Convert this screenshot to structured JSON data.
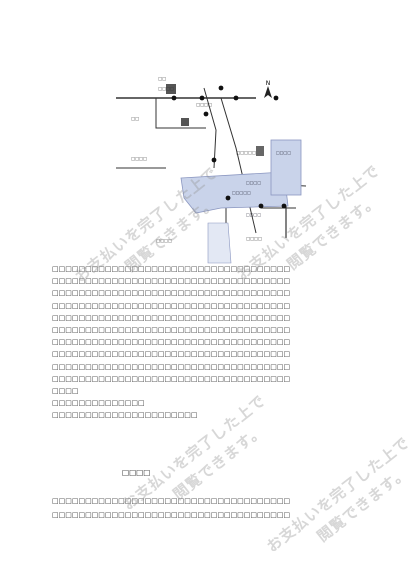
{
  "map": {
    "north_label": "N",
    "station_labels": [
      "□□",
      "□□□□",
      "□□□□",
      "□□",
      "□□□□",
      "□□□□□",
      "□□□□",
      "□□□□"
    ],
    "area_labels": [
      "□□□□",
      "□□□□□",
      "□□□□",
      "□□□□"
    ]
  },
  "body_lines": [
    "□□□□□□□□□□□□□□□□□□□□□□□□□□□□□□□□□□□□",
    "□□□□□□□□□□□□□□□□□□□□□□□□□□□□□□□□□□□□",
    "□□□□□□□□□□□□□□□□□□□□□□□□□□□□□□□□□□□□",
    "□□□□□□□□□□□□□□□□□□□□□□□□□□□□□□□□□□□□",
    "□□□□□□□□□□□□□□□□□□□□□□□□□□□□□□□□□□□□",
    "□□□□□□□□□□□□□□□□□□□□□□□□□□□□□□□□□□□□",
    "□□□□□□□□□□□□□□□□□□□□□□□□□□□□□□□□□□□□",
    "□□□□□□□□□□□□□□□□□□□□□□□□□□□□□□□□□□□□",
    "□□□□□□□□□□□□□□□□□□□□□□□□□□□□□□□□□□□□",
    "□□□□□□□□□□□□□□□□□□□□□□□□□□□□□□□□□□□□",
    "□□□□",
    "□□□□□□□□□□□□□□",
    "□□□□□□□□□□□□□□□□□□□□□□"
  ],
  "section_title": "□□□□",
  "bottom_lines": [
    "□□□□□□□□□□□□□□□□□□□□□□□□□□□□□□□□□□□□",
    "□□□□□□□□□□□□□□□□□□□□□□□□□□□□□□□□□□□□"
  ],
  "watermark": {
    "line1": "お支払いを完了した上で",
    "line2": "閲覧できます。"
  },
  "colors": {
    "rail": "#333333",
    "station": "#111111",
    "mall_fill": "#c9d3ea",
    "mall_stroke": "#8a96c0",
    "watermark": "#969696"
  }
}
